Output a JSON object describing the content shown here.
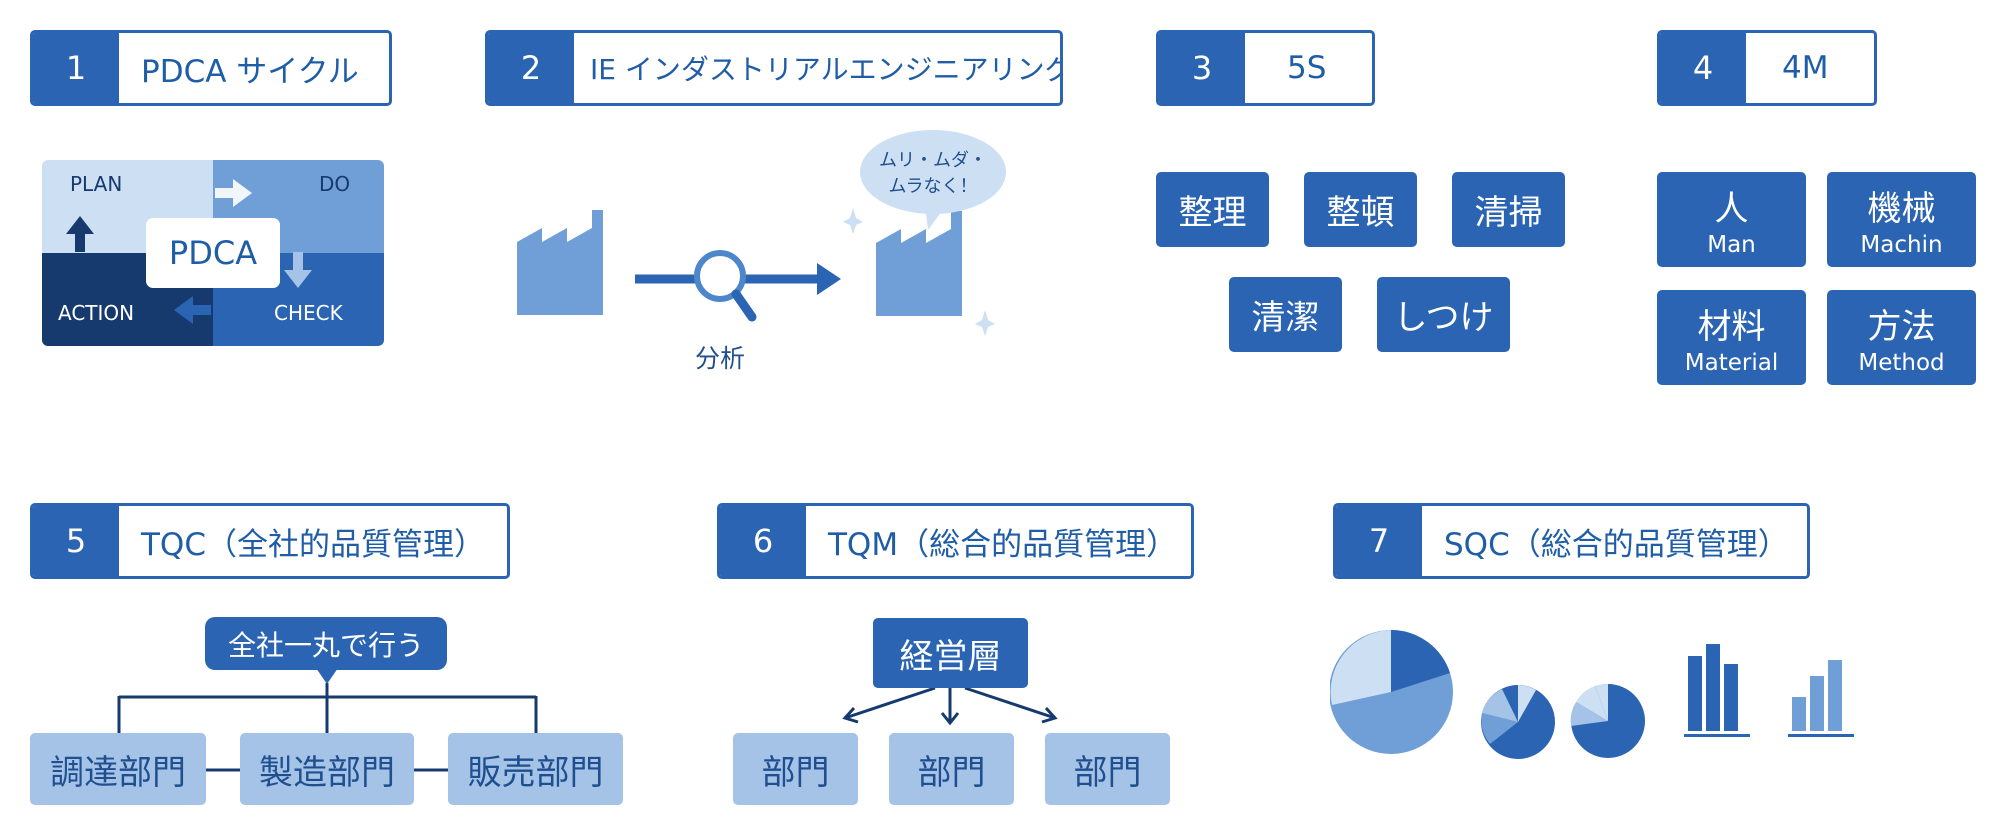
{
  "sections": [
    {
      "number": "1",
      "title": "PDCA サイクル"
    },
    {
      "number": "2",
      "title": "IE インダストリアルエンジニアリング"
    },
    {
      "number": "3",
      "title": "5S"
    },
    {
      "number": "4",
      "title": "4M"
    },
    {
      "number": "5",
      "title": "TQC（全社的品質管理）"
    },
    {
      "number": "6",
      "title": "TQM（総合的品質管理）"
    },
    {
      "number": "7",
      "title": "SQC（総合的品質管理）"
    }
  ],
  "pdca": {
    "center": "PDCA",
    "plan": "PLAN",
    "do": "DO",
    "check": "CHECK",
    "action": "ACTION"
  },
  "ie": {
    "bubble_line1": "ムリ・ムダ・",
    "bubble_line2": "ムラなく！",
    "analysis_label": "分析"
  },
  "five_s": {
    "items": [
      "整理",
      "整頓",
      "清掃",
      "清潔",
      "しつけ"
    ]
  },
  "four_m": {
    "items": [
      {
        "jp": "人",
        "en": "Man"
      },
      {
        "jp": "機械",
        "en": "Machin"
      },
      {
        "jp": "材料",
        "en": "Material"
      },
      {
        "jp": "方法",
        "en": "Method"
      }
    ]
  },
  "tqc": {
    "callout": "全社一丸で行う",
    "departments": [
      "調達部門",
      "製造部門",
      "販売部門"
    ]
  },
  "tqm": {
    "top": "経営層",
    "departments": [
      "部門",
      "部門",
      "部門"
    ]
  },
  "colors": {
    "primary": "#2a64b2",
    "light": "#a4c3e7",
    "pale": "#cddff3",
    "navy": "#163a6e",
    "mid": "#6f9fd6"
  }
}
